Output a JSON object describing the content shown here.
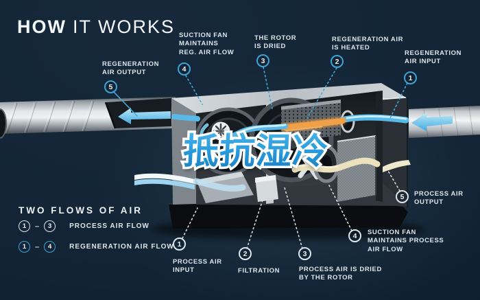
{
  "title": {
    "word1": "HOW",
    "word2": "IT WORKS"
  },
  "watermark": {
    "text": "抵抗湿冷"
  },
  "colors": {
    "background": "#13283a",
    "accent_cyan": "#3fa3d6",
    "process_white": "#e8eef2",
    "flow_cyan": "#55bce8",
    "flow_cream": "#efe5c4",
    "heater_orange": "#f59a38",
    "watermark_blue": "#2598da"
  },
  "callouts": {
    "regen_output": {
      "num": "5",
      "label": "REGENERATION\nAIR OUTPUT"
    },
    "suction_reg": {
      "num": "4",
      "label": "SUCTION FAN\nMAINTAINS\nREG. AIR FLOW"
    },
    "rotor_dried": {
      "num": "3",
      "label": "THE ROTOR\nIS DRIED"
    },
    "regen_heated": {
      "num": "2",
      "label": "REGENERATION AIR\nIS HEATED"
    },
    "regen_input": {
      "num": "1",
      "label": "REGENERATION\nAIR INPUT"
    },
    "process_output": {
      "num": "5",
      "label": "PROCESS AIR\nOUTPUT"
    },
    "suction_process": {
      "num": "4",
      "label": "SUCTION FAN\nMAINTAINS PROCESS\nAIR FLOW"
    },
    "process_dried": {
      "num": "3",
      "label": "PROCESS AIR IS DRIED\nBY THE ROTOR"
    },
    "filtration": {
      "num": "2",
      "label": "FILTRATION"
    },
    "process_input": {
      "num": "1",
      "label": "PROCESS AIR\nINPUT"
    }
  },
  "legend": {
    "title": "TWO FLOWS OF AIR",
    "rows": [
      {
        "from": "1",
        "to": "3",
        "label": "PROCESS AIR FLOW"
      },
      {
        "from": "1",
        "to": "4",
        "label": "REGENERATION AIR FLOW"
      }
    ]
  }
}
